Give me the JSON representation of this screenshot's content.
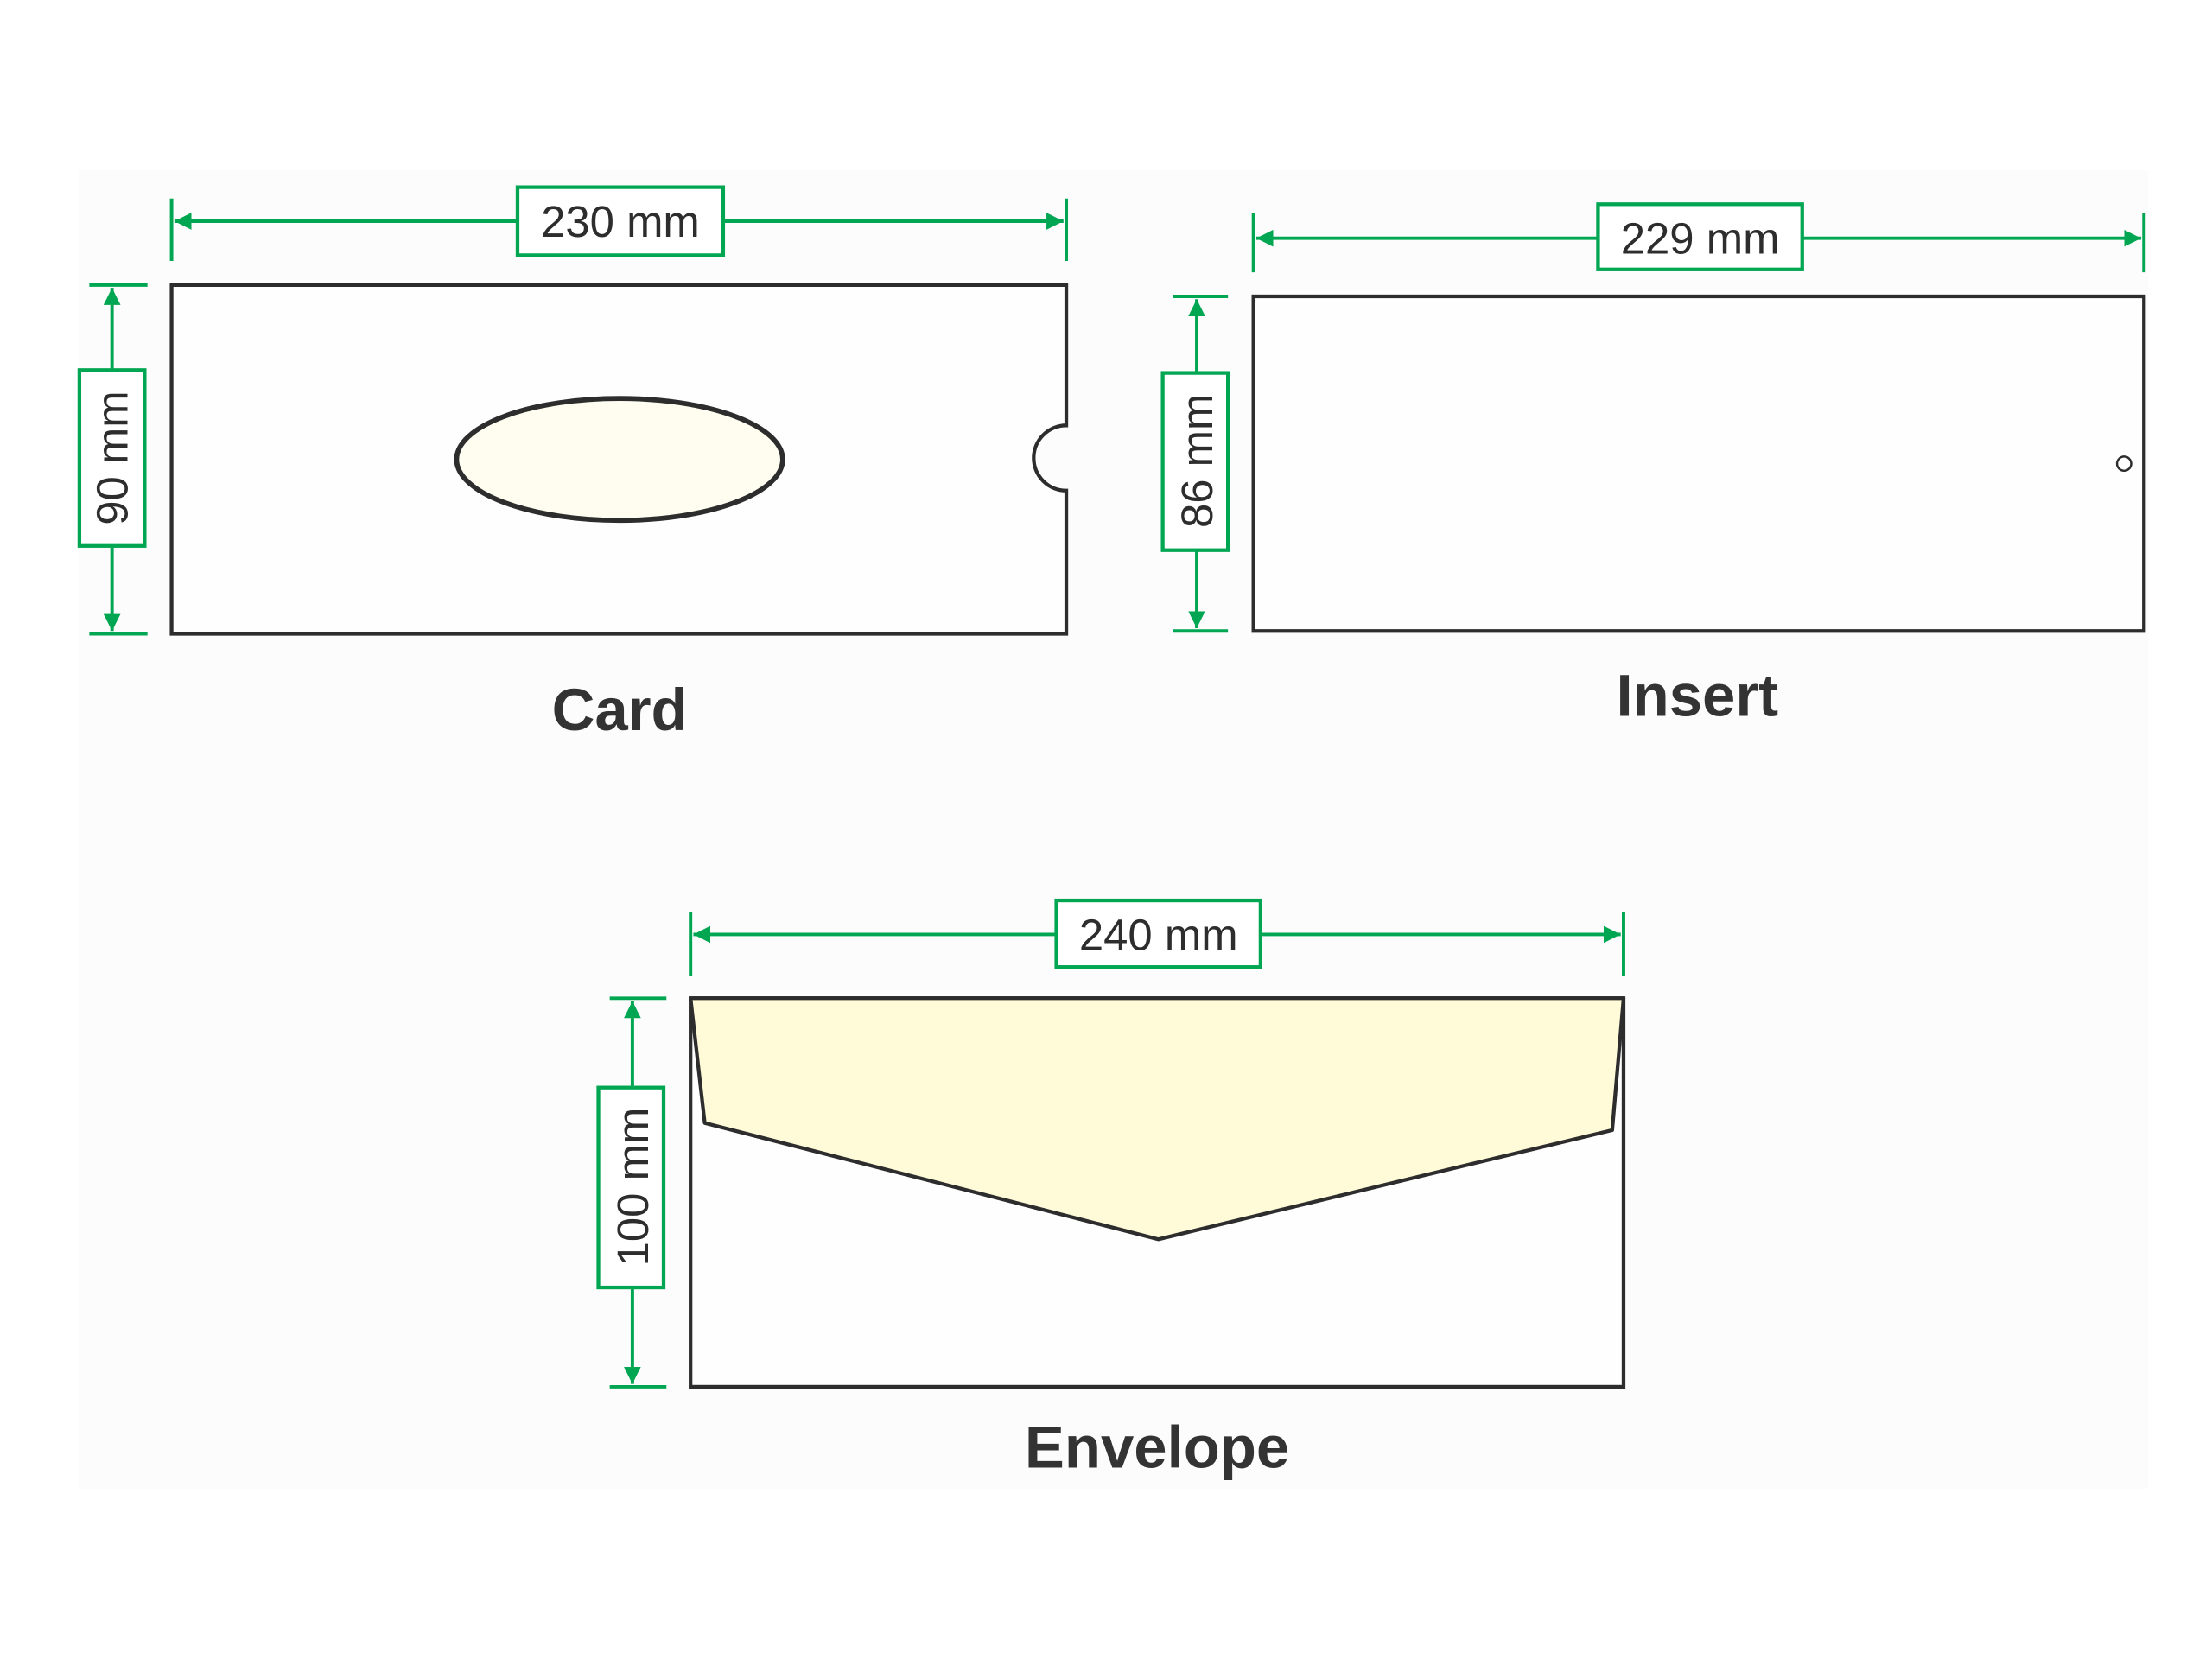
{
  "colors": {
    "dimension": "#00a651",
    "outline": "#2d2d2d",
    "window_fill": "#fffdf0",
    "flap_fill": "#fffad8"
  },
  "card": {
    "title": "Card",
    "width_label": "230 mm",
    "height_label": "90 mm"
  },
  "insert": {
    "title": "Insert",
    "width_label": "229 mm",
    "height_label": "86 mm"
  },
  "envelope": {
    "title": "Envelope",
    "width_label": "240 mm",
    "height_label": "100 mm"
  }
}
